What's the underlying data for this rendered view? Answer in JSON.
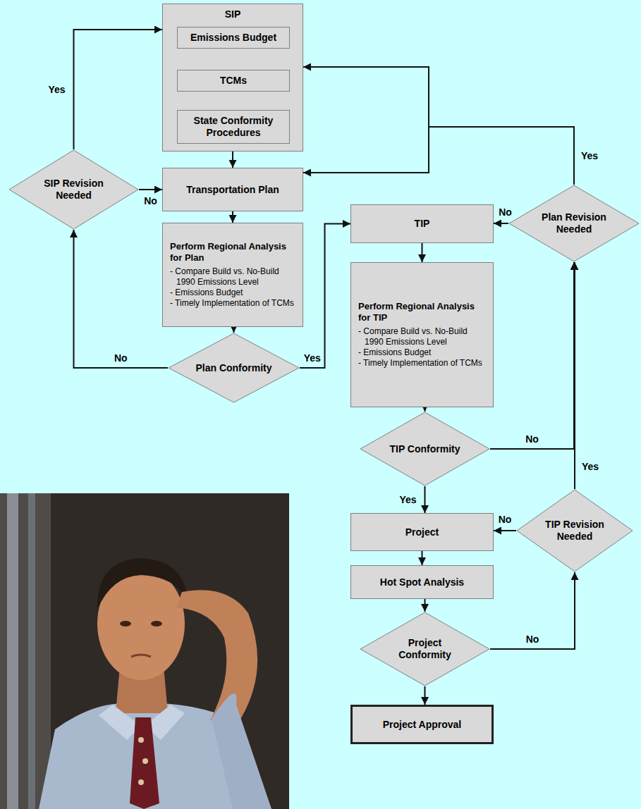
{
  "diagram": {
    "nodes": [
      {
        "text": [
          "SIP"
        ]
      },
      {
        "text": [
          "Emissions Budget"
        ],
        "in": 0
      },
      {
        "text": [
          "TCMs"
        ],
        "in": 0
      },
      {
        "text": [
          "State Conformity Procedures"
        ],
        "in": 0
      },
      {
        "text": [
          "SIP Revision Needed"
        ]
      },
      {
        "text": [
          "Transportation Plan"
        ]
      },
      {
        "text": [
          "Perform Regional Analysis for Plan",
          "- Compare Build vs. No-Build 1990 Emissions Level",
          "- Emissions Budget",
          "- Timely Implementation of TCMs"
        ]
      },
      {
        "text": [
          "Plan Conformity"
        ]
      },
      {
        "text": [
          "TIP"
        ]
      },
      {
        "text": [
          "Plan Revision Needed"
        ]
      },
      {
        "text": [
          "Perform Regional Analysis for TIP",
          "- Compare Build vs. No-Build 1990 Emissions Level",
          "- Emissions Budget",
          "- Timely Implementation of TCMs"
        ]
      },
      {
        "text": [
          "TIP Conformity"
        ]
      },
      {
        "text": [
          "Project"
        ]
      },
      {
        "text": [
          "TIP Revision Needed"
        ]
      },
      {
        "text": [
          "Hot Spot Analysis"
        ]
      },
      {
        "text": [
          "Project Conformity"
        ]
      },
      {
        "text": [
          "Project Approval"
        ]
      }
    ],
    "edges": [
      {
        "from": 0,
        "to": 5,
        "arrow": "to"
      },
      {
        "from": 4,
        "to": 0,
        "label": "Yes",
        "arrow": "to"
      },
      {
        "from": 4,
        "to": 5,
        "label": "No",
        "arrow": "to"
      },
      {
        "from": 5,
        "to": 6,
        "arrow": "to"
      },
      {
        "from": 6,
        "to": 7,
        "arrow": "to"
      },
      {
        "from": 7,
        "to": 4,
        "label": "No",
        "arrow": "to"
      },
      {
        "from": 7,
        "to": 8,
        "label": "Yes",
        "arrow": "to"
      },
      {
        "from": 9,
        "to": 8,
        "label": "No",
        "arrow": "to"
      },
      {
        "from": 9,
        "to": 0,
        "label": "Yes",
        "arrow": "to"
      },
      {
        "from": 9,
        "to": 5,
        "arrow": "to"
      },
      {
        "from": 8,
        "to": 10,
        "arrow": "to"
      },
      {
        "from": 10,
        "to": 11,
        "arrow": "to"
      },
      {
        "from": 11,
        "to": 12,
        "label": "Yes",
        "arrow": "to"
      },
      {
        "from": 11,
        "to": 9,
        "label": "No",
        "arrow": "to"
      },
      {
        "from": 13,
        "to": 9,
        "label": "Yes",
        "arrow": "to"
      },
      {
        "from": 13,
        "to": 12,
        "label": "No",
        "arrow": "to"
      },
      {
        "from": 12,
        "to": 14,
        "arrow": "to"
      },
      {
        "from": 14,
        "to": 15,
        "arrow": "to"
      },
      {
        "from": 15,
        "to": 13,
        "label": "No",
        "arrow": "to"
      },
      {
        "from": 15,
        "to": 16,
        "arrow": "to"
      }
    ]
  }
}
